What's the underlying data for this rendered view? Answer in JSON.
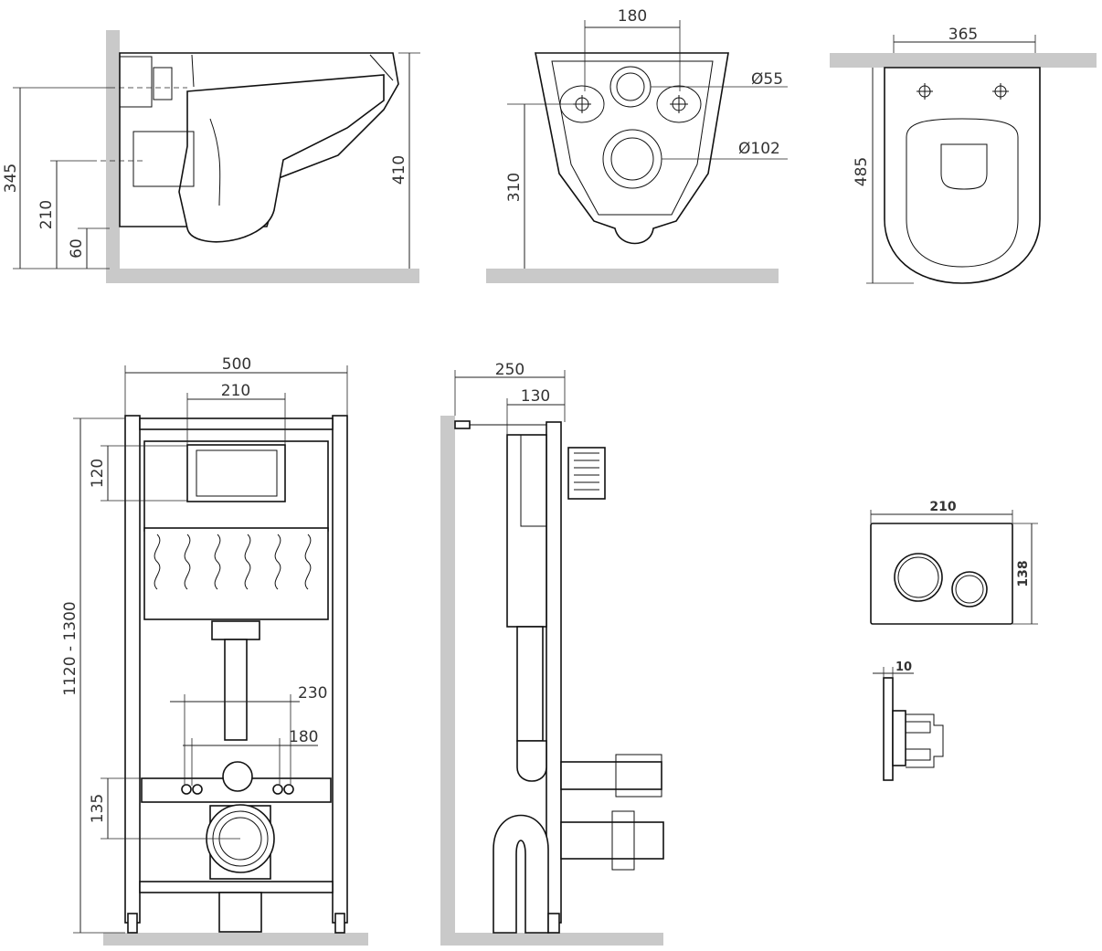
{
  "views": {
    "side_bowl": {
      "dim_345": "345",
      "dim_210": "210",
      "dim_60": "60",
      "dim_410": "410"
    },
    "rear_bowl": {
      "dim_180": "180",
      "dim_d55": "Ø55",
      "dim_d102": "Ø102",
      "dim_310": "310"
    },
    "top_bowl": {
      "dim_365": "365",
      "dim_485": "485"
    },
    "frame_front": {
      "dim_500": "500",
      "dim_210": "210",
      "dim_120": "120",
      "dim_height": "1120 - 1300",
      "dim_230": "230",
      "dim_180": "180",
      "dim_135": "135"
    },
    "frame_side": {
      "dim_250": "250",
      "dim_130": "130"
    },
    "flush_plate": {
      "dim_210": "210",
      "dim_138": "138",
      "dim_10": "10"
    }
  },
  "colors": {
    "line": "#111111",
    "floor": "#c9c9c9"
  }
}
